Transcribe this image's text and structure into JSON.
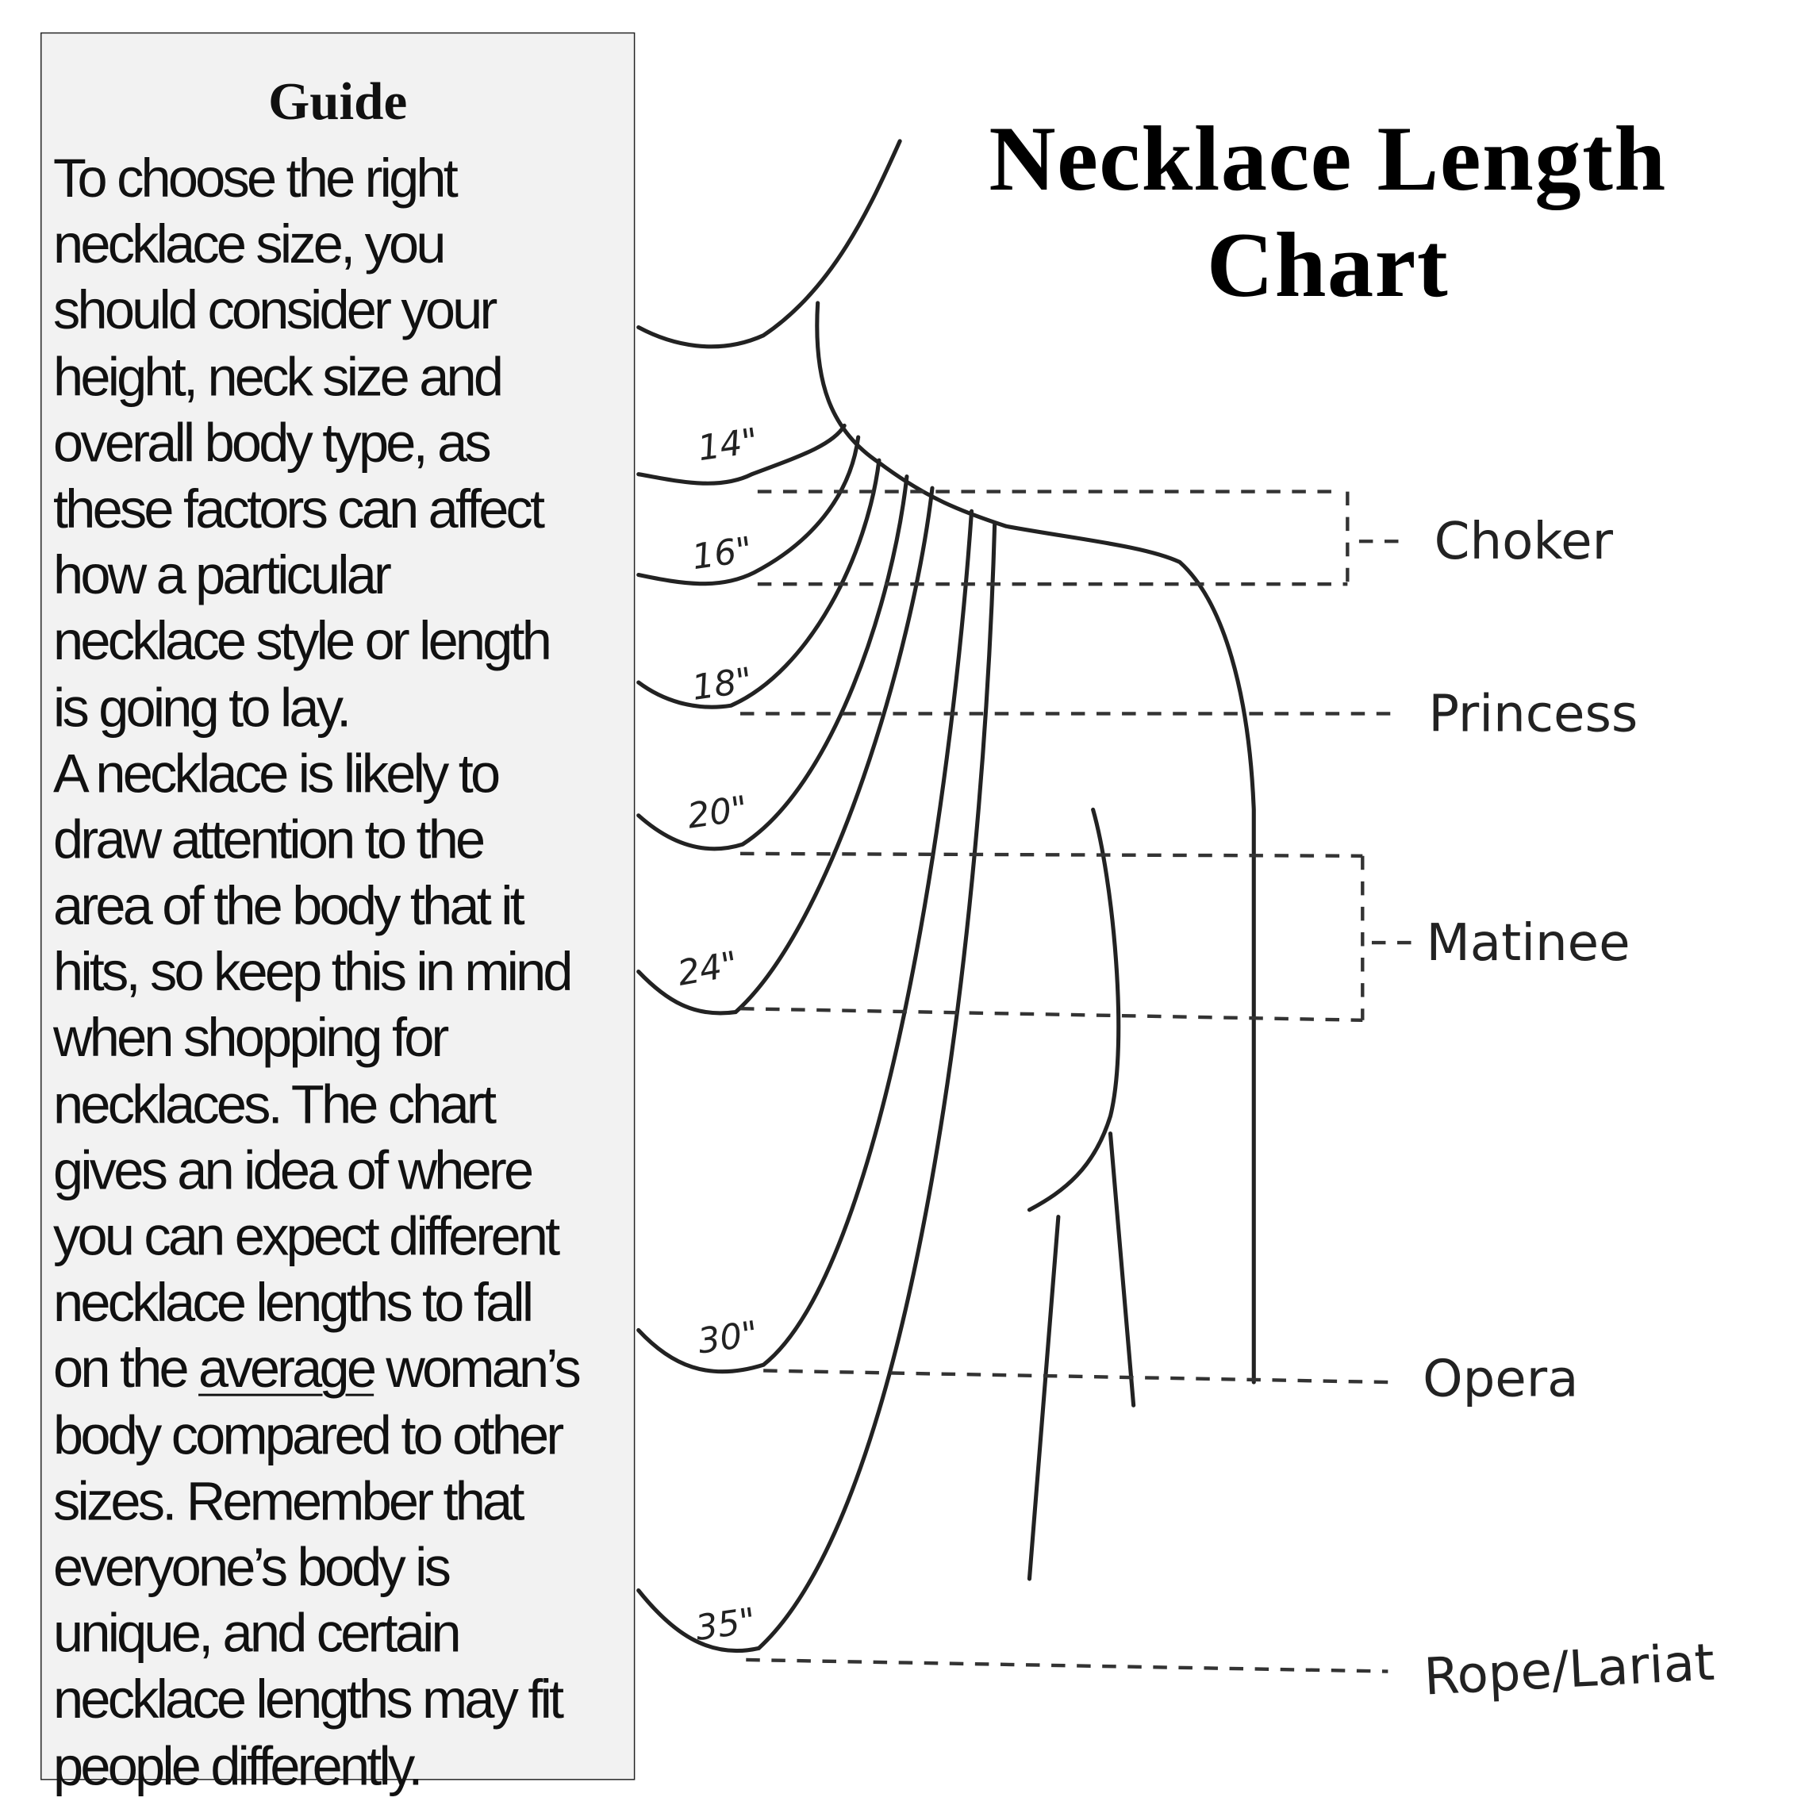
{
  "guide": {
    "title": "Guide",
    "lines": [
      "To choose the right",
      "necklace size, you",
      "should consider your",
      "height, neck size and",
      "overall body type, as",
      "these factors can affect",
      "how a particular",
      "necklace style or length",
      "is going to lay.",
      "A necklace is likely to",
      "draw attention to the",
      "area of the body that it",
      "hits, so keep this in mind",
      "when shopping for",
      "necklaces. The chart",
      "gives an idea of where",
      "you can expect different",
      "necklace lengths to fall"
    ],
    "line_avg_pre": "on the ",
    "line_avg_word": "average",
    "line_avg_post": " woman’s",
    "lines_after": [
      "body compared to other",
      "sizes. Remember that",
      "everyone’s body is",
      "unique, and certain",
      "necklace lengths may fit",
      "people differently."
    ]
  },
  "title": {
    "line1": "Necklace Length",
    "line2": "Chart"
  },
  "lengths": [
    "14\"",
    "16\"",
    "18\"",
    "20\"",
    "24\"",
    "30\"",
    "35\""
  ],
  "styles": {
    "choker": "Choker",
    "princess": "Princess",
    "matinee": "Matinee",
    "opera": "Opera",
    "rope": "Rope/Lariat"
  }
}
